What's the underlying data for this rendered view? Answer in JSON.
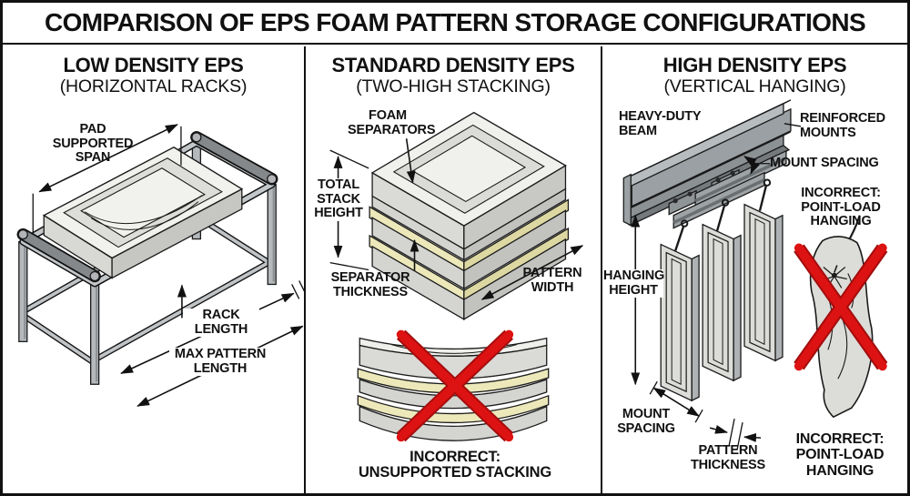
{
  "title": "COMPARISON OF EPS FOAM PATTERN STORAGE CONFIGURATIONS",
  "panels": {
    "low_density": {
      "heading": "LOW DENSITY EPS",
      "subheading": "(HORIZONTAL RACKS)",
      "labels": {
        "pad_supported_span": "PAD\nSUPPORTED\nSPAN",
        "rack_length": "RACK\nLENGTH",
        "max_pattern_length": "MAX PATTERN\nLENGTH"
      }
    },
    "standard_density": {
      "heading": "STANDARD DENSITY EPS",
      "subheading": "(TWO-HIGH STACKING)",
      "labels": {
        "foam_separators": "FOAM\nSEPARATORS",
        "total_stack_height": "TOTAL\nSTACK\nHEIGHT",
        "separator_thickness": "SEPARATOR\nTHICKNESS",
        "pattern_width": "PATTERN\nWIDTH",
        "incorrect_caption": "INCORRECT:\nUNSUPPORTED STACKING"
      }
    },
    "high_density": {
      "heading": "HIGH DENSITY EPS",
      "subheading": "(VERTICAL HANGING)",
      "labels": {
        "heavy_duty_beam": "HEAVY-DUTY\nBEAM",
        "reinforced_mounts": "REINFORCED\nMOUNTS",
        "mount_spacing_top": "MOUNT SPACING",
        "incorrect_note": "INCORRECT:\nPOINT-LOAD\nHANGING",
        "hanging_height": "HANGING\nHEIGHT",
        "mount_spacing_bottom": "MOUNT\nSPACING",
        "pattern_thickness": "PATTERN\nTHICKNESS",
        "incorrect_caption": "INCORRECT:\nPOINT-LOAD\nHANGING"
      }
    }
  },
  "colors": {
    "background": "#ffffff",
    "outline": "#1a1a1a",
    "metal_gray": "#9ea3a6",
    "pad_tube_gray": "#85888b",
    "foam_light": "#f0f0ed",
    "separator_cream": "#ece8ba",
    "red_x": "#dd1212",
    "red_x_edge": "#a30d0d"
  }
}
